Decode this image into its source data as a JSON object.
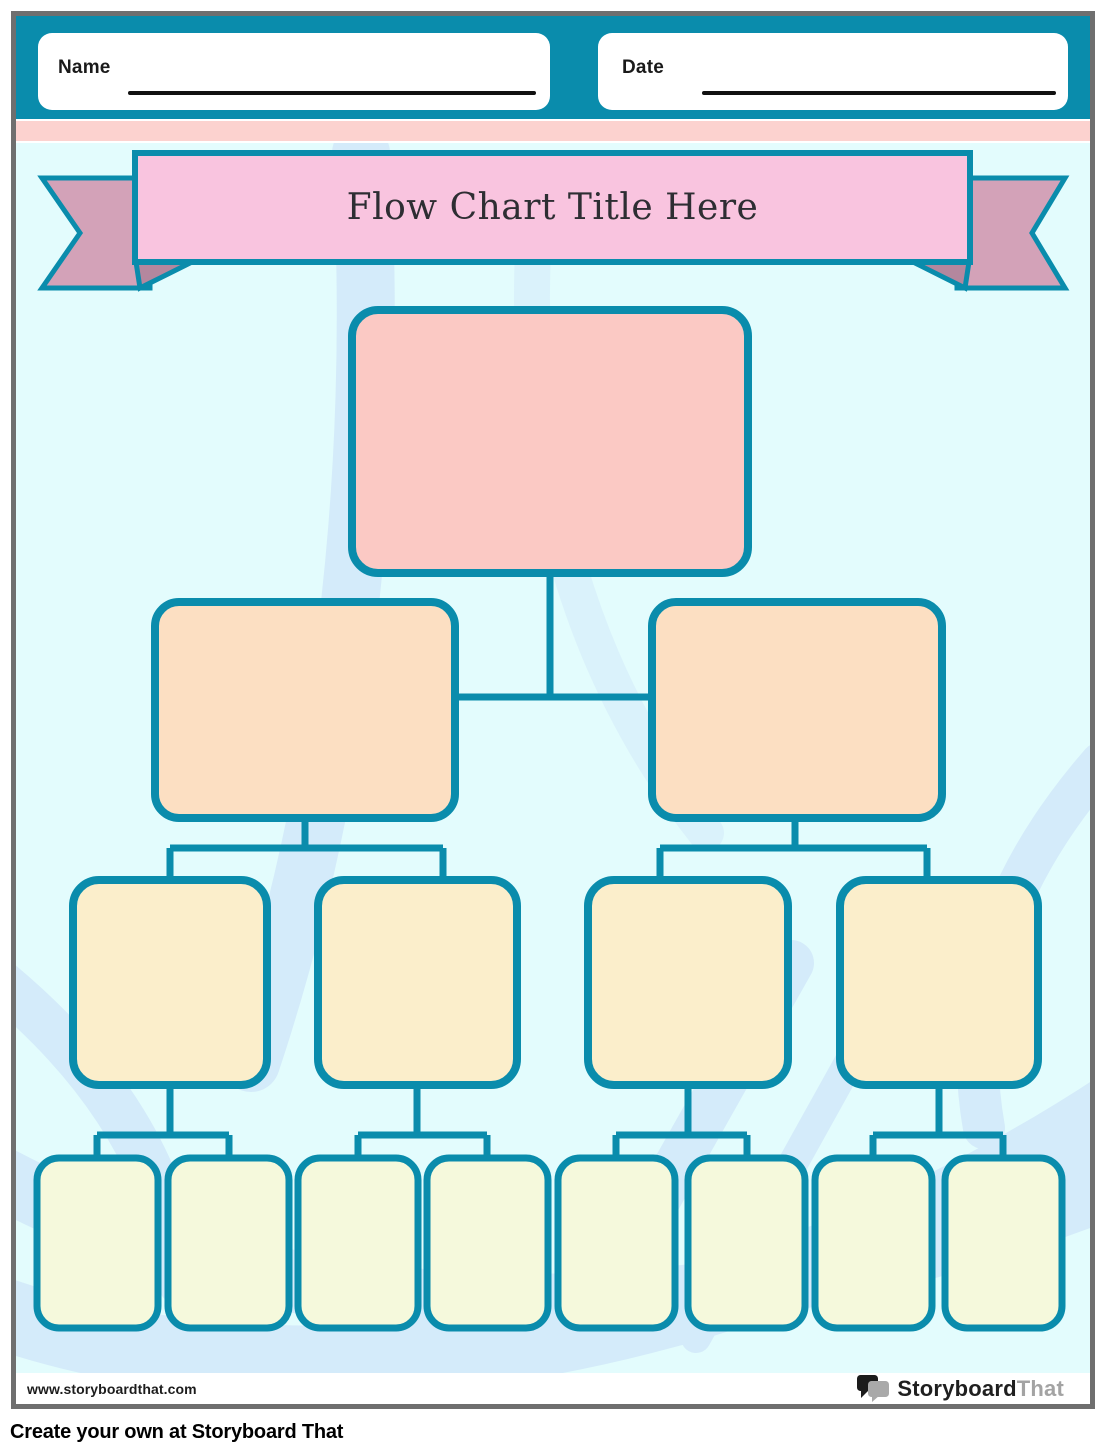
{
  "header": {
    "name_label": "Name",
    "date_label": "Date"
  },
  "banner": {
    "title": "Flow Chart Title Here"
  },
  "flowchart": {
    "description": "Empty flow chart template, tree layout, all boxes blank",
    "levels": [
      {
        "level": 1,
        "box_count": 1,
        "fill": "#fbc9c4"
      },
      {
        "level": 2,
        "box_count": 2,
        "fill": "#fcdfc2"
      },
      {
        "level": 3,
        "box_count": 4,
        "fill": "#fbeecb"
      },
      {
        "level": 4,
        "box_count": 8,
        "fill": "#f5f9dc"
      }
    ],
    "connector_color": "#0a8cac",
    "boxes_empty": true
  },
  "footer": {
    "website": "www.storyboardthat.com",
    "logo_primary": "Storyboard",
    "logo_secondary": "That",
    "caption": "Create your own at Storyboard That"
  },
  "theme": {
    "teal": "#0a8cac",
    "page_border": "#6f6f6f",
    "pink_strip": "#fcd2cf",
    "content_bg": "#e3fcfd",
    "swirl": "#cfe6f8",
    "banner_fill": "#f9c4df",
    "ribbon_tail": "#d3a2b8",
    "ribbon_fold": "#b4879e",
    "level1_fill": "#fbc9c4",
    "level2_fill": "#fcdfc2",
    "level3_fill": "#fbeecb",
    "level4_fill": "#f5f9dc",
    "title_color": "#2e2e33",
    "logo_gray": "#a3a3a3"
  }
}
